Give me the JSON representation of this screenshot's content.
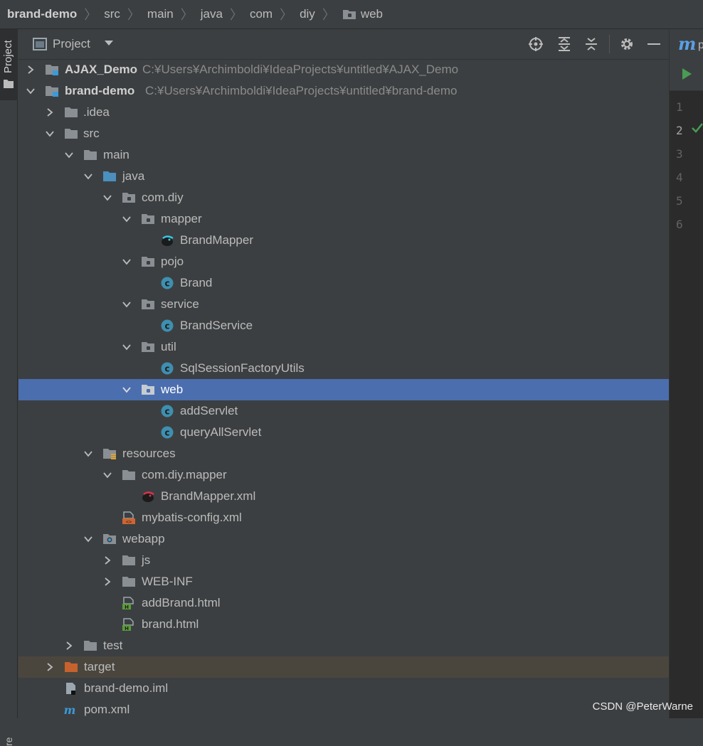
{
  "breadcrumb": {
    "items": [
      "brand-demo",
      "src",
      "main",
      "java",
      "com",
      "diy",
      "web"
    ]
  },
  "left_stripe": {
    "project_tab": "Project",
    "bottom_label": "re"
  },
  "panel": {
    "title": "Project"
  },
  "tree": {
    "rows": [
      {
        "label": "AJAX_Demo",
        "path": "C:¥Users¥Archimboldi¥IdeaProjects¥untitled¥AJAX_Demo"
      },
      {
        "label": "brand-demo",
        "path": "C:¥Users¥Archimboldi¥IdeaProjects¥untitled¥brand-demo"
      },
      {
        "label": ".idea"
      },
      {
        "label": "src"
      },
      {
        "label": "main"
      },
      {
        "label": "java"
      },
      {
        "label": "com.diy"
      },
      {
        "label": "mapper"
      },
      {
        "label": "BrandMapper"
      },
      {
        "label": "pojo"
      },
      {
        "label": "Brand"
      },
      {
        "label": "service"
      },
      {
        "label": "BrandService"
      },
      {
        "label": "util"
      },
      {
        "label": "SqlSessionFactoryUtils"
      },
      {
        "label": "web"
      },
      {
        "label": "addServlet"
      },
      {
        "label": "queryAllServlet"
      },
      {
        "label": "resources"
      },
      {
        "label": "com.diy.mapper"
      },
      {
        "label": "BrandMapper.xml"
      },
      {
        "label": "mybatis-config.xml"
      },
      {
        "label": "webapp"
      },
      {
        "label": "js"
      },
      {
        "label": "WEB-INF"
      },
      {
        "label": "addBrand.html"
      },
      {
        "label": "brand.html"
      },
      {
        "label": "test"
      },
      {
        "label": "target"
      },
      {
        "label": "brand-demo.iml"
      },
      {
        "label": "pom.xml"
      }
    ]
  },
  "editor": {
    "tab_prefix": "m",
    "tab_rest": "p",
    "line_numbers": [
      "1",
      "2",
      "3",
      "4",
      "5",
      "6"
    ]
  },
  "watermark": "CSDN @PeterWarne",
  "colors": {
    "selection": "#4b6eaf",
    "excluded_row": "#4a463e",
    "folder": "#8a8f94",
    "source_folder": "#4b8fbf",
    "class_icon": "#3e8fb0",
    "excluded_folder": "#c6622e"
  }
}
